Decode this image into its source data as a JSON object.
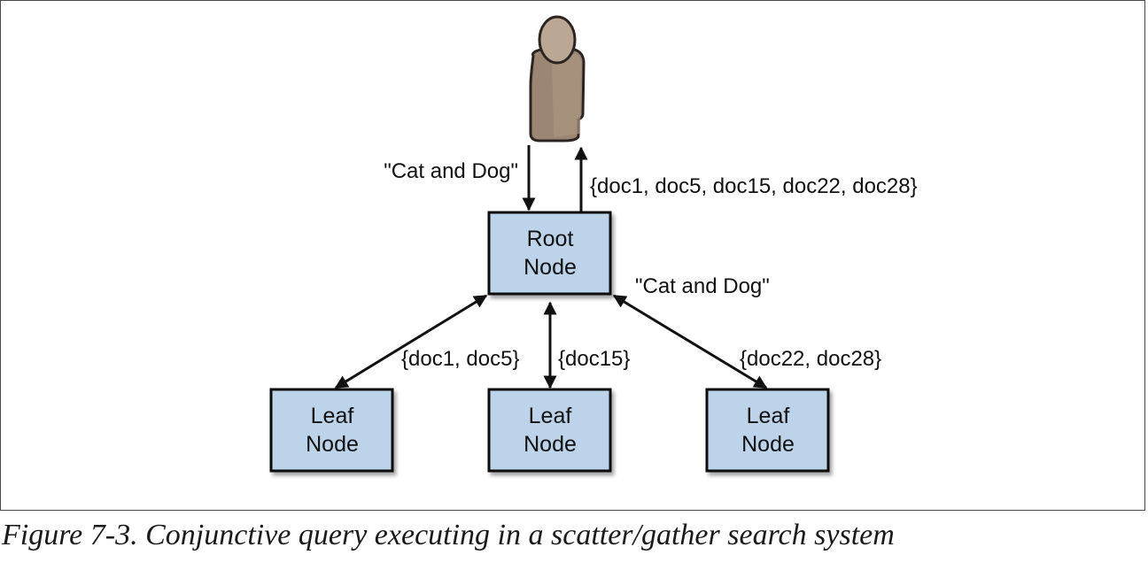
{
  "diagram": {
    "nodes": {
      "root": {
        "line1": "Root",
        "line2": "Node"
      },
      "leaf_left": {
        "line1": "Leaf",
        "line2": "Node"
      },
      "leaf_middle": {
        "line1": "Leaf",
        "line2": "Node"
      },
      "leaf_right": {
        "line1": "Leaf",
        "line2": "Node"
      }
    },
    "edge_labels": {
      "user_query": "\"Cat and Dog\"",
      "user_result": "{doc1, doc5, doc15, doc22, doc28}",
      "scatter_query": "\"Cat and Dog\"",
      "leaf_left_result": "{doc1, doc5}",
      "leaf_middle_result": "{doc15}",
      "leaf_right_result": "{doc22, doc28}"
    },
    "colors": {
      "node_fill": "#bcd3e9",
      "node_stroke": "#111111",
      "arrow": "#111111",
      "person_body": "#9a8672",
      "person_head": "#bba894",
      "person_outline": "#2b2420"
    }
  },
  "caption": "Figure 7-3. Conjunctive query executing in a scatter/gather search system"
}
